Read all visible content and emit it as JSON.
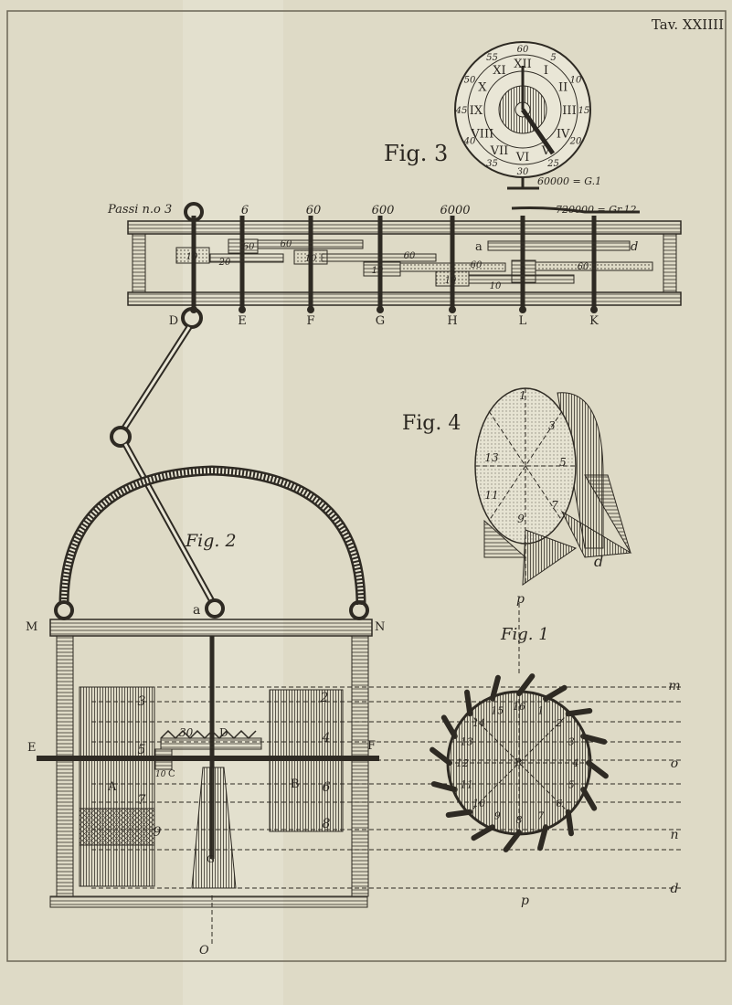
{
  "plate_label": "Tav. XXIIII",
  "figures": {
    "fig1": "Fig. 1",
    "fig2": "Fig. 2",
    "fig3": "Fig. 3",
    "fig4": "Fig. 4"
  },
  "fig3": {
    "passi": "Passi n.o 3",
    "top_nums": [
      "6",
      "60",
      "600",
      "6000"
    ],
    "bottom_letters": [
      "D",
      "E",
      "F",
      "G",
      "H",
      "L",
      "K"
    ],
    "dial_note_1": "60000 = G.1",
    "dial_note_2": "720000 = Gr.12",
    "wheel_nums": [
      "10",
      "60",
      "20",
      "10",
      "60",
      "10",
      "60",
      "10",
      "60",
      "6",
      "10",
      "60"
    ],
    "letter_a": "a",
    "letter_d": "d"
  },
  "dial": {
    "outer_nums": [
      "5",
      "10",
      "15",
      "20",
      "25",
      "30",
      "35",
      "40",
      "45",
      "50",
      "55",
      "60"
    ],
    "roman": [
      "I",
      "II",
      "III",
      "IV",
      "V",
      "VI",
      "VII",
      "VIII",
      "IX",
      "X",
      "XI",
      "XII"
    ]
  },
  "fig2": {
    "M": "M",
    "N": "N",
    "E": "E",
    "F": "F",
    "a": "a",
    "A": "A",
    "B": "B",
    "C": "C",
    "D": "D",
    "G": "G",
    "O": "O",
    "n30": "30",
    "n10": "10",
    "left_nums": [
      "3",
      "5",
      "7",
      "9"
    ],
    "right_nums": [
      "2",
      "4",
      "6",
      "8"
    ]
  },
  "fig1": {
    "letters": [
      "m",
      "o",
      "n",
      "d"
    ],
    "p": "p",
    "R": "R",
    "wheel_nums": [
      "1",
      "2",
      "3",
      "4",
      "5",
      "6",
      "7",
      "8",
      "9",
      "10",
      "11",
      "12",
      "13",
      "14",
      "15",
      "16"
    ]
  },
  "fig4": {
    "nums": [
      "1",
      "3",
      "5",
      "7",
      "9",
      "11",
      "13"
    ],
    "d": "d",
    "p": "p"
  }
}
